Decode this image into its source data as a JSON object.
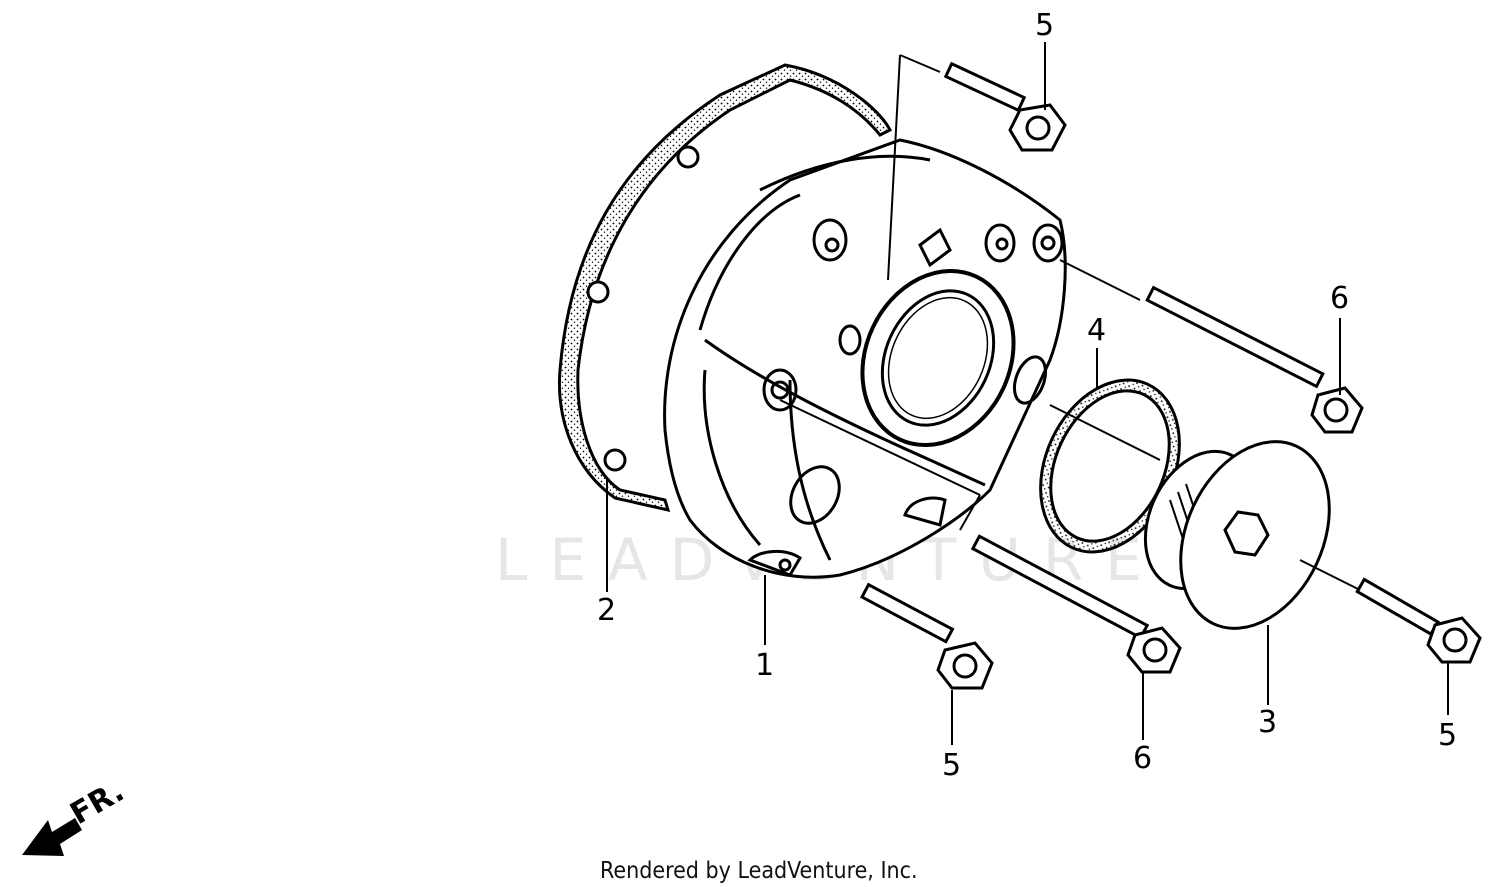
{
  "callouts": {
    "c1": "1",
    "c2": "2",
    "c3": "3",
    "c4": "4",
    "c5_top": "5",
    "c5_bottom_left": "5",
    "c5_bottom_right": "5",
    "c6_right": "6",
    "c6_bottom": "6"
  },
  "front_indicator": "FR.",
  "watermark": "LEADVENTURE",
  "footer": "Rendered by LeadVenture, Inc.",
  "colors": {
    "line": "#000000",
    "watermark": "#e6e6e6"
  }
}
